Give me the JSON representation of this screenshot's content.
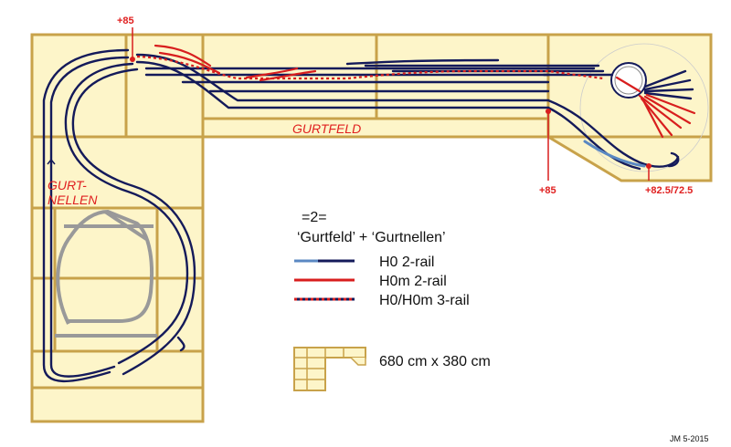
{
  "elevations": {
    "left": "+85",
    "middle": "+85",
    "right": "+82.5/72.5"
  },
  "stations": {
    "gurtfeld": "GURTFELD",
    "gurtnellen_line1": "GURT-",
    "gurtnellen_line2": "NELLEN"
  },
  "legend": {
    "title": "=2=",
    "subtitle": "‘Gurtfeld’ + ‘Gurtnellen’",
    "items": [
      {
        "label": "H0 2-rail"
      },
      {
        "label": "H0m 2-rail"
      },
      {
        "label": "H0/H0m 3-rail"
      }
    ],
    "size": "680 cm x 380 cm"
  },
  "credit": "JM 5-2015",
  "colors": {
    "board_fill": "#fdf5c9",
    "board_border": "#c8a24a",
    "track_h0": "#141a5a",
    "track_h0_light": "#5a88c2",
    "track_h0m": "#d81e1e",
    "tunnel": "#999999"
  }
}
